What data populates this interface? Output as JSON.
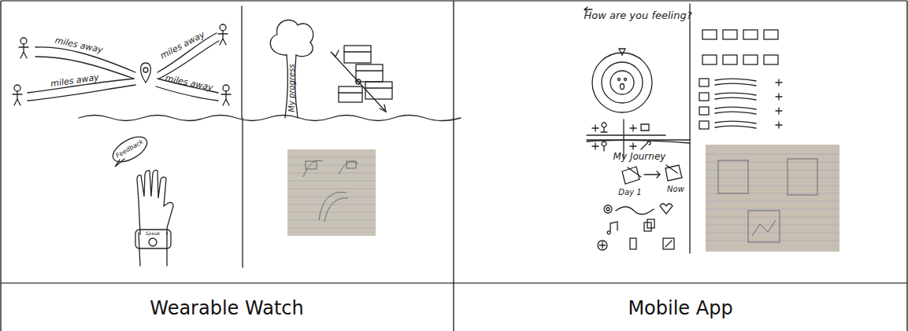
{
  "diagram": {
    "labels": [
      "Wearable Watch",
      "Mobile App",
      "miles away",
      "miles away",
      "miles away",
      "miles away",
      "My progress",
      "Feedback",
      "Speak",
      "How are you feeling?",
      "My Journey",
      "Day 1",
      "Now"
    ]
  }
}
